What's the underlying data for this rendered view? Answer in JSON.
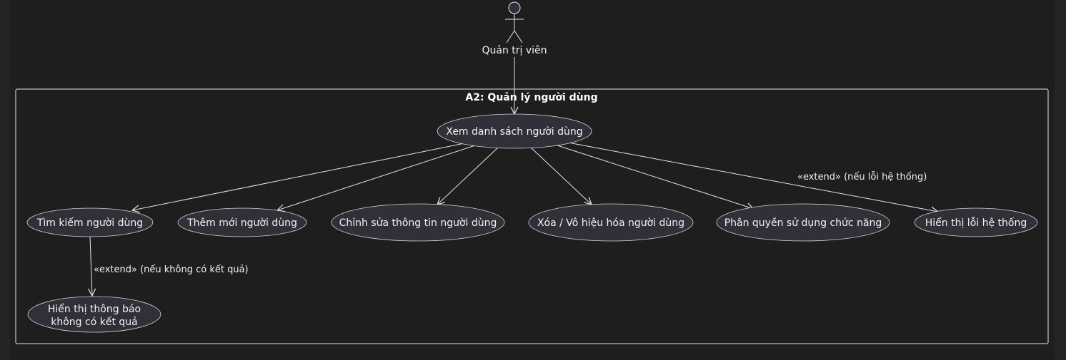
{
  "diagram": {
    "type": "use-case",
    "colors": {
      "background": "#1e1e1e",
      "usecase_fill": "#2f3038",
      "line": "#e6e6e6",
      "text": "#f2f2f2"
    },
    "actor": {
      "label": "Quản trị viên"
    },
    "system": {
      "title": "A2: Quản lý người dùng"
    },
    "usecases": {
      "view_list": "Xem danh sách người dùng",
      "search": "Tìm kiếm người dùng",
      "add": "Thêm mới người dùng",
      "edit": "Chỉnh sửa thông tin người dùng",
      "delete": "Xóa / Vô hiệu hóa người dùng",
      "permission": "Phân quyền sử dụng chức năng",
      "system_error": "Hiển thị lỗi hệ thống",
      "no_result_line1": "Hiển thị thông báo",
      "no_result_line2": "không có kết quả"
    },
    "relations": {
      "extend_system_error": "«extend» (nếu lỗi hệ thống)",
      "extend_no_result": "«extend» (nếu không có kết quả)"
    }
  }
}
